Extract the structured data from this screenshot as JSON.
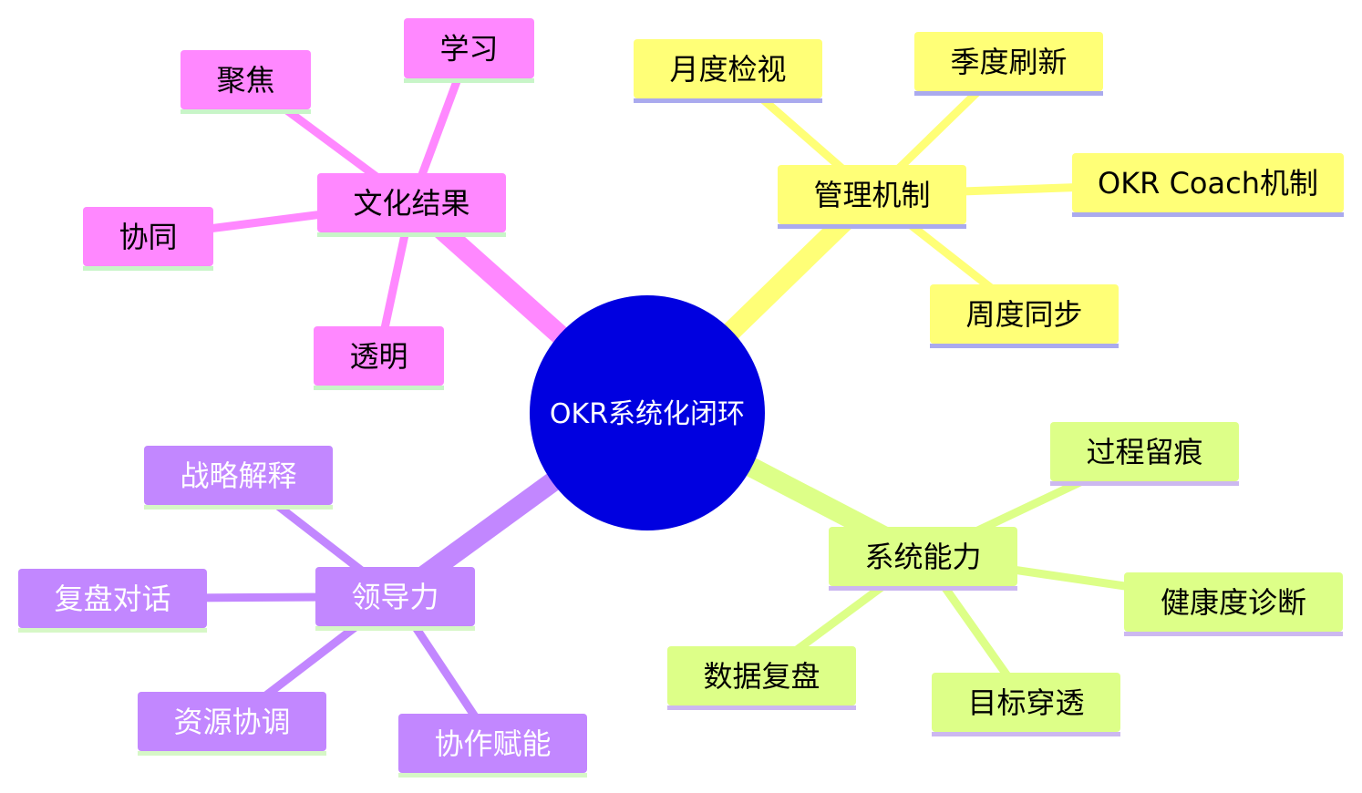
{
  "center": {
    "label": "OKR系统化闭环",
    "fill": "#0000e0",
    "text_color": "#ffffff"
  },
  "branches": [
    {
      "id": "culture",
      "label": "文化结果",
      "fill": "#ff88ff",
      "underline": "#c8f5c8",
      "text_color": "#000000",
      "children": [
        "学习",
        "聚焦",
        "协同",
        "透明"
      ]
    },
    {
      "id": "management",
      "label": "管理机制",
      "fill": "#ffff77",
      "underline": "#aaaaee",
      "text_color": "#000000",
      "children": [
        "月度检视",
        "季度刷新",
        "OKR Coach机制",
        "周度同步"
      ]
    },
    {
      "id": "leadership",
      "label": "领导力",
      "fill": "#c287ff",
      "underline": "#d6f7c6",
      "text_color": "#ffffff",
      "children": [
        "战略解释",
        "复盘对话",
        "资源协调",
        "协作赋能"
      ]
    },
    {
      "id": "system",
      "label": "系统能力",
      "fill": "#ddff88",
      "underline": "#ccb8f0",
      "text_color": "#000000",
      "children": [
        "过程留痕",
        "健康度诊断",
        "目标穿透",
        "数据复盘"
      ]
    }
  ]
}
